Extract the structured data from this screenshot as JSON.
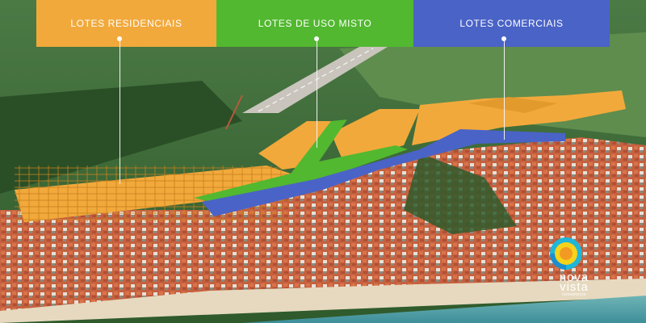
{
  "labels": {
    "residential": "Lotes Residenciais",
    "mixed_use": "Lotes de uso misto",
    "commercial": "Lotes Comerciais"
  },
  "logo": {
    "line1": "nova",
    "line2": "vista",
    "tagline": "loteamento"
  },
  "colors": {
    "residential": "#f2a93b",
    "mixed_use": "#52b830",
    "commercial": "#4a63c7"
  }
}
